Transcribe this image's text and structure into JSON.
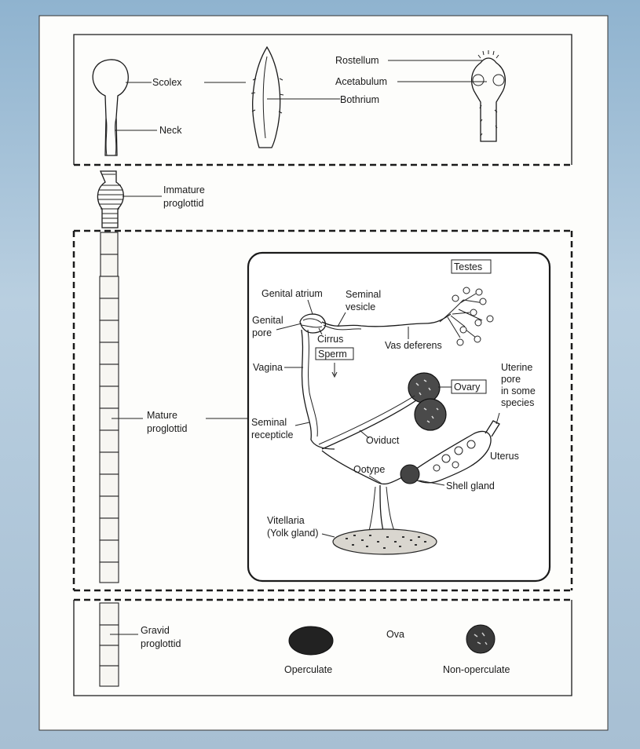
{
  "figure": {
    "head": {
      "scolex": "Scolex",
      "neck": "Neck",
      "bothrium": "Bothrium",
      "rostellum": "Rostellum",
      "acetabulum": "Acetabulum"
    },
    "immature": {
      "line1": "Immature",
      "line2": "proglottid"
    },
    "mature": {
      "label_line1": "Mature",
      "label_line2": "proglottid",
      "organs": {
        "testes": "Testes",
        "genital_atrium": "Genital atrium",
        "seminal_vesicle_1": "Seminal",
        "seminal_vesicle_2": "vesicle",
        "genital_pore_1": "Genital",
        "genital_pore_2": "pore",
        "cirrus": "Cirrus",
        "vas_deferens": "Vas deferens",
        "sperm": "Sperm",
        "vagina": "Vagina",
        "ovary": "Ovary",
        "uterine_pore_1": "Uterine",
        "uterine_pore_2": "pore",
        "uterine_pore_3": "in some",
        "uterine_pore_4": "species",
        "seminal_recepticle_1": "Seminal",
        "seminal_recepticle_2": "recepticle",
        "oviduct": "Oviduct",
        "uterus": "Uterus",
        "ootype": "Ootype",
        "shell_gland": "Shell gland",
        "vitellaria_1": "Vitellaria",
        "vitellaria_2": "(Yolk gland)"
      }
    },
    "gravid": {
      "line1": "Gravid",
      "line2": "proglottid",
      "ova": "Ova",
      "operculate": "Operculate",
      "non_operculate": "Non-operculate"
    }
  }
}
